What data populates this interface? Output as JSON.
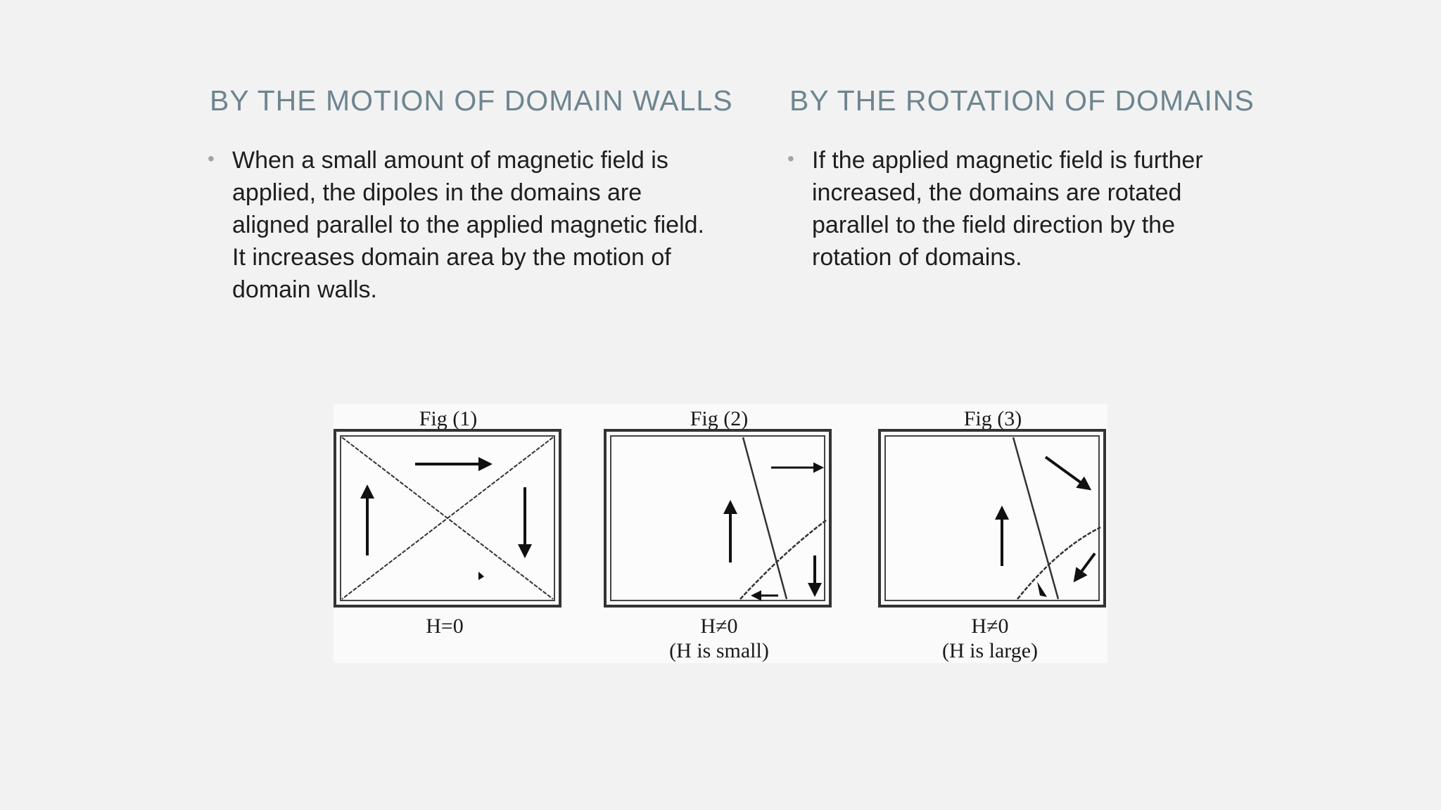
{
  "left": {
    "heading": "BY THE MOTION OF DOMAIN WALLS",
    "bullet": "When a small amount of magnetic field is applied, the dipoles in the domains are aligned parallel to the applied magnetic field. It increases domain area by the motion of domain walls."
  },
  "right": {
    "heading": "BY THE ROTATION OF DOMAINS",
    "bullet": "If the applied magnetic field is further increased, the domains are rotated parallel to the field direction by the rotation of domains."
  },
  "bullet_symbol": "•",
  "figures": [
    {
      "title": "Fig (1)",
      "caption_line1": "H=0",
      "caption_line2": ""
    },
    {
      "title": "Fig (2)",
      "caption_line1": "H≠0",
      "caption_line2": "(H is small)"
    },
    {
      "title": "Fig (3)",
      "caption_line1": "H≠0",
      "caption_line2": "(H is large)"
    }
  ]
}
